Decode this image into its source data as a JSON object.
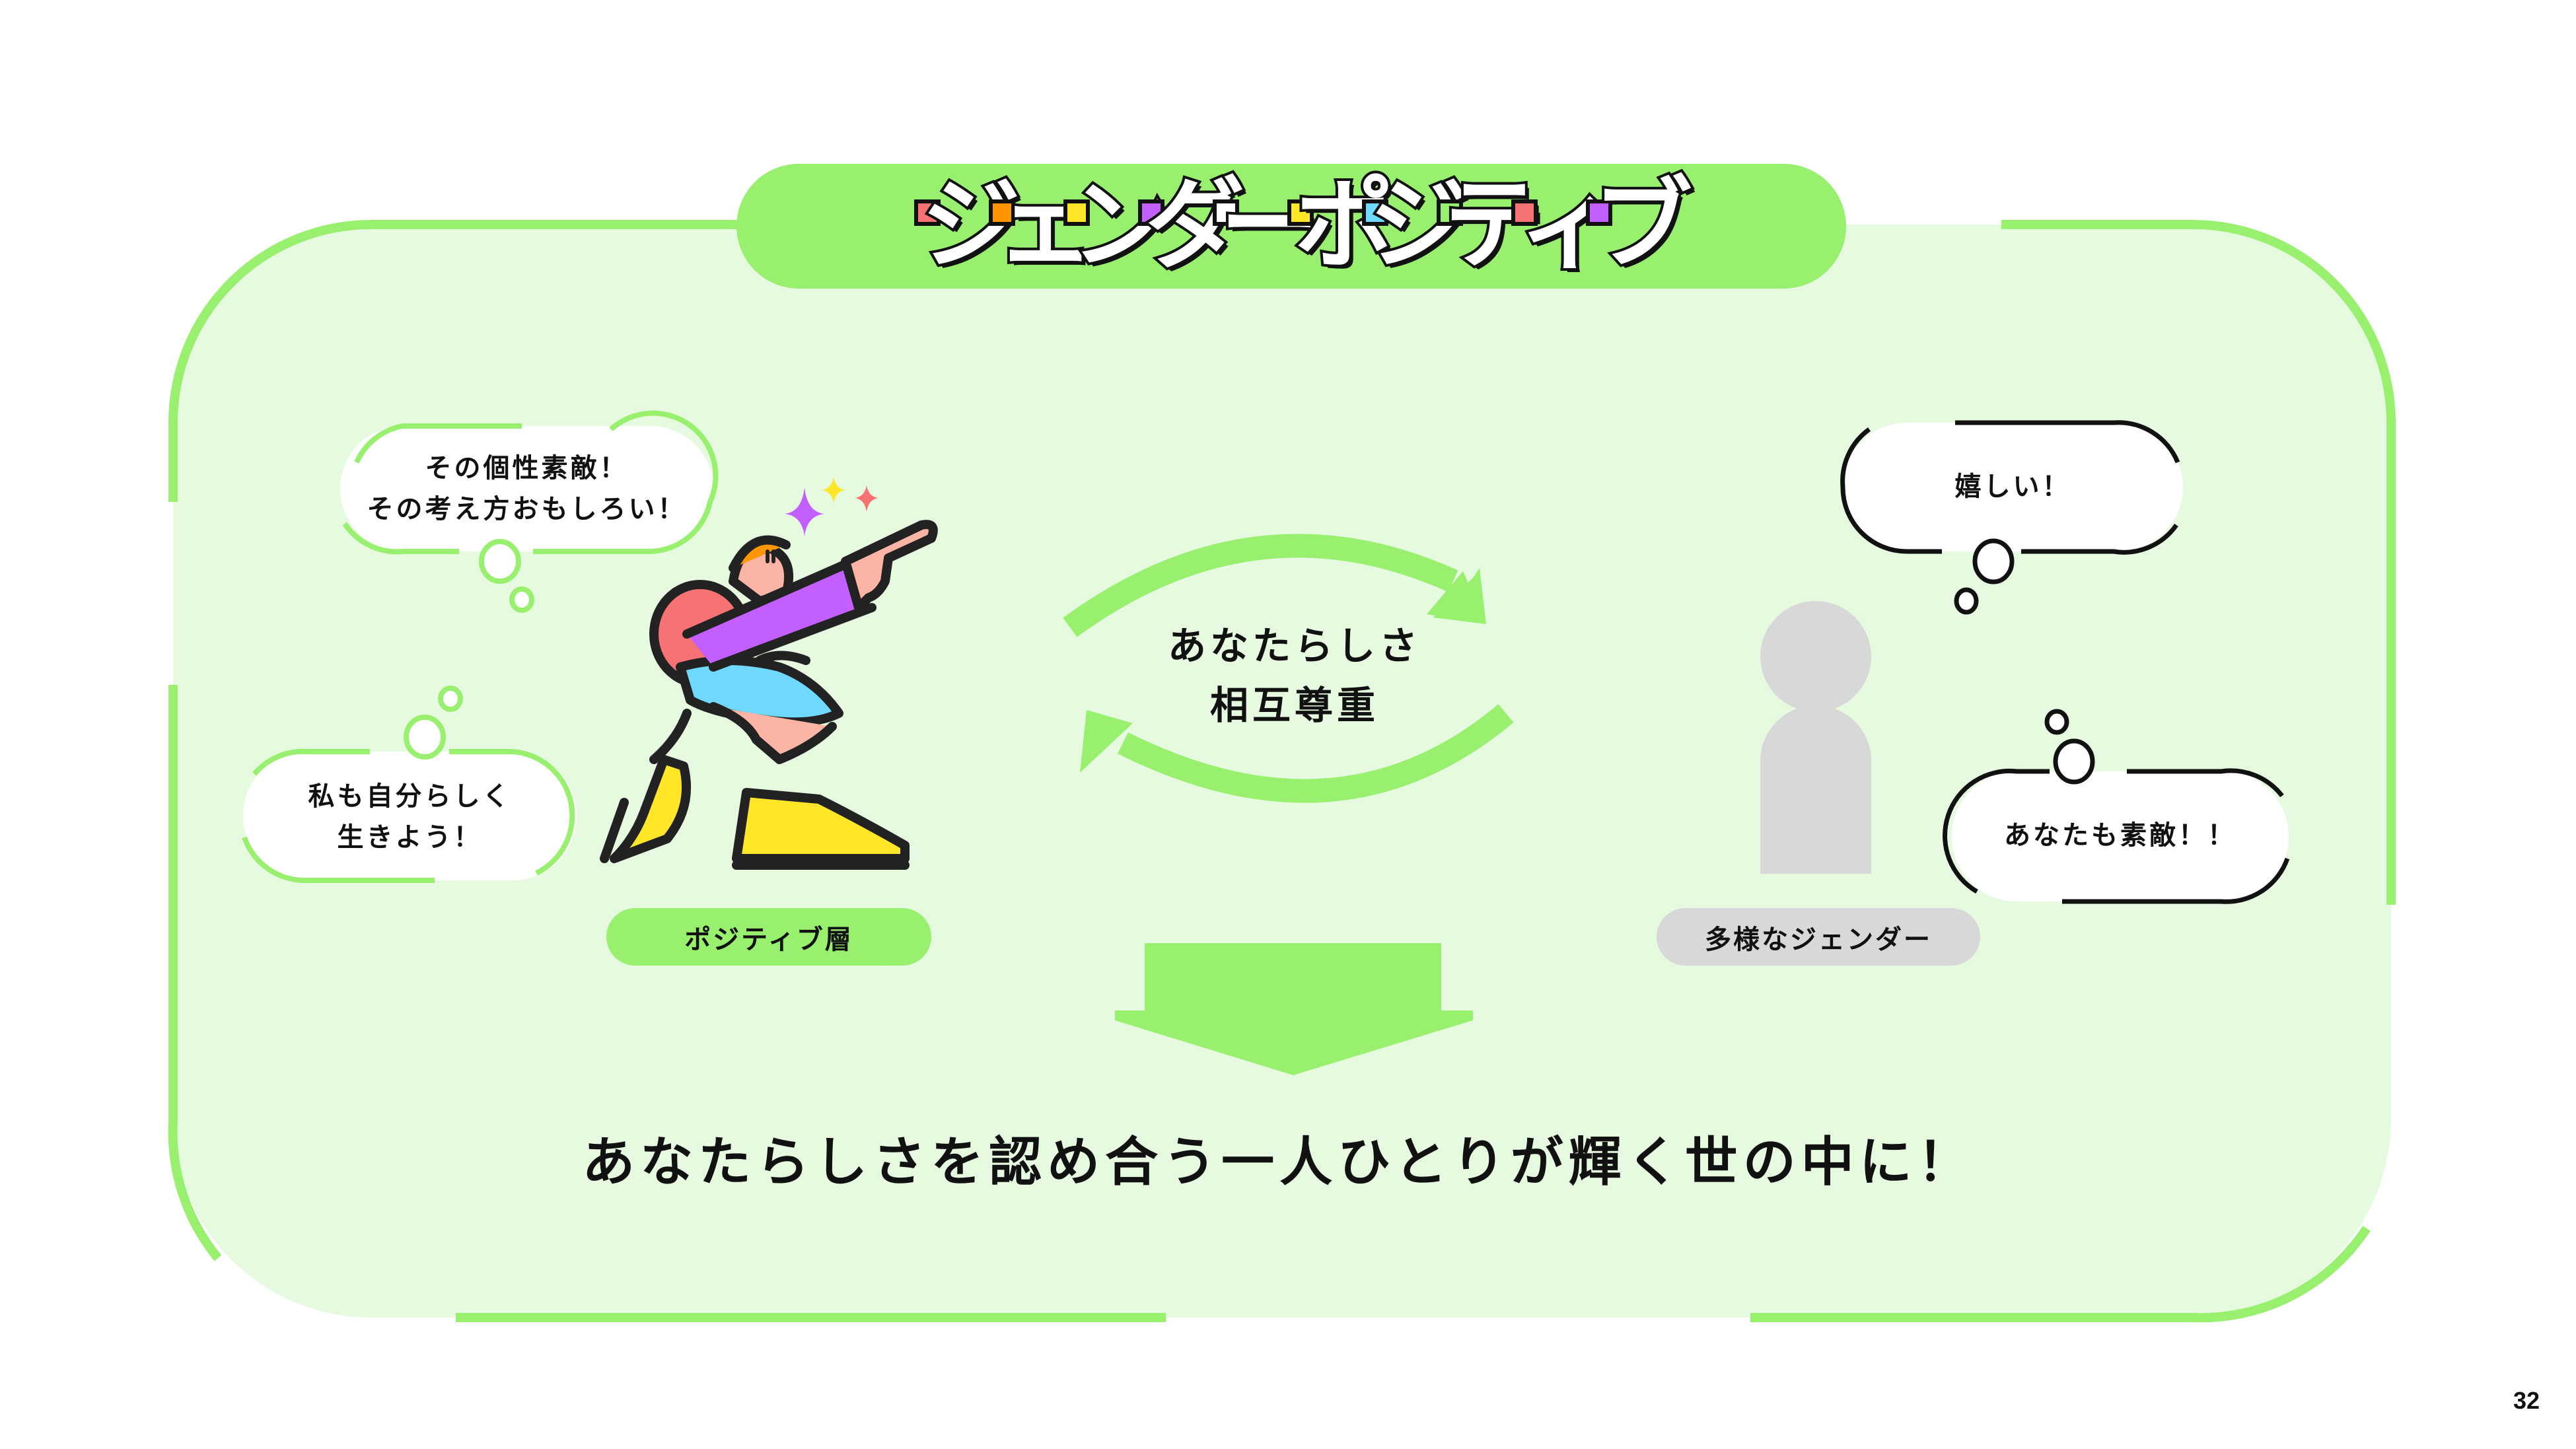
{
  "slide": {
    "title": "ジェンダーポジティブ",
    "page_number": "32"
  },
  "title_glyphs": [
    {
      "char": "ジ",
      "accent": "#F77272"
    },
    {
      "char": "ェ",
      "accent": "#FF9500"
    },
    {
      "char": "ン",
      "accent": "#FFE629"
    },
    {
      "char": "ダ",
      "accent": "#C45FFF"
    },
    {
      "char": "ー",
      "accent": "#FFFFFF"
    },
    {
      "char": "ポ",
      "accent": "#FFE629"
    },
    {
      "char": "ジ",
      "accent": "#6FD9FF"
    },
    {
      "char": "テ",
      "accent": "#98F06E"
    },
    {
      "char": "ィ",
      "accent": "#F77272"
    },
    {
      "char": "ブ",
      "accent": "#C45FFF"
    }
  ],
  "left": {
    "bubble_top": {
      "lines": [
        "その個性素敵！",
        "その考え方おもしろい！"
      ]
    },
    "bubble_bottom": {
      "lines": [
        "私も自分らしく",
        "生きよう！"
      ]
    },
    "figure": "pointing-person-illustration",
    "label": "ポジティブ層"
  },
  "center": {
    "lines": [
      "あなたらしさ",
      "相互尊重"
    ],
    "icon": "cycle-arrows-icon"
  },
  "right": {
    "bubble_top": {
      "lines": [
        "嬉しい！"
      ]
    },
    "bubble_bottom": {
      "lines": [
        "あなたも素敵！！"
      ]
    },
    "figure": "person-silhouette-icon",
    "label": "多様なジェンダー"
  },
  "down_arrow": "arrow-down-icon",
  "headline": "あなたらしさを認め合う一人ひとりが輝く世の中に！",
  "colors": {
    "accent_green": "#98F06E",
    "panel_bg": "#E6FAE0",
    "silhouette_gray": "#D8D8D8",
    "text": "#111111",
    "purple": "#C45FFF",
    "coral": "#F77272",
    "yellow": "#FFE629",
    "sky": "#6FD9FF",
    "orange": "#FF9500",
    "skin": "#FCB5A5"
  }
}
